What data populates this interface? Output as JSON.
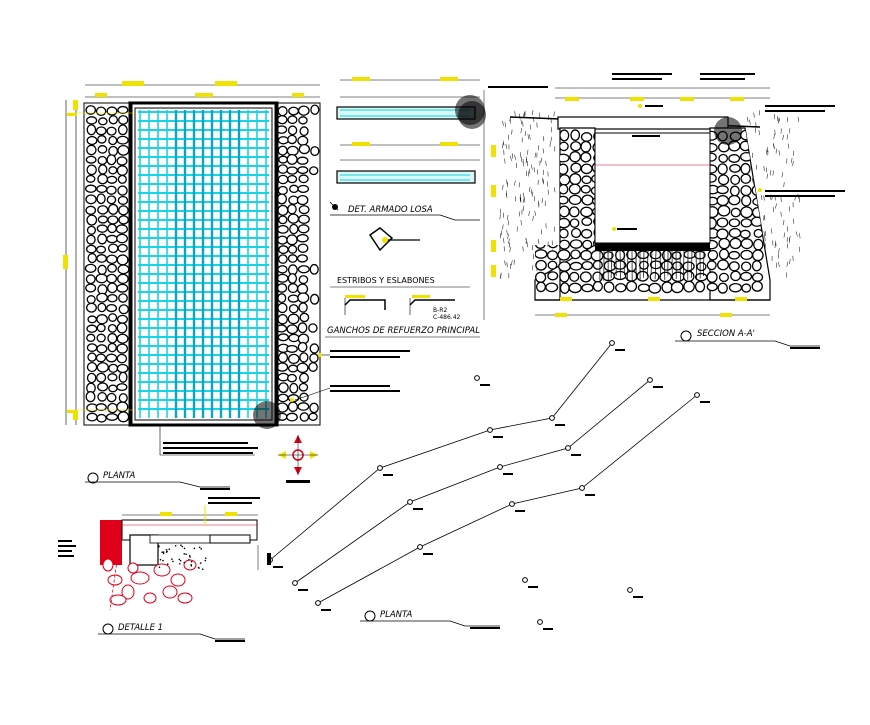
{
  "labels": {
    "det_armado_losa": "DET. ARMADO LOSA",
    "estribos": "ESTRIBOS Y ESLABONES",
    "ganchos": "GANCHOS DE REFUERZO PRINCIPAL",
    "seccion": "SECCION A-A'",
    "planta_1": "PLANTA",
    "planta_2": "PLANTA",
    "detalle": "DETALLE 1",
    "hook_code": "B-R2",
    "hook_elev": "C-486.42"
  },
  "colors": {
    "rebar": "#19d3e6",
    "rebar_dark": "#0aa4c4",
    "callout_fill": "#f0e200",
    "detail_red": "#e0001a",
    "stone": "#000000",
    "background": "#ffffff"
  },
  "icons": [
    "north-arrow-icon",
    "section-marker-icon",
    "break-circle-icon"
  ]
}
